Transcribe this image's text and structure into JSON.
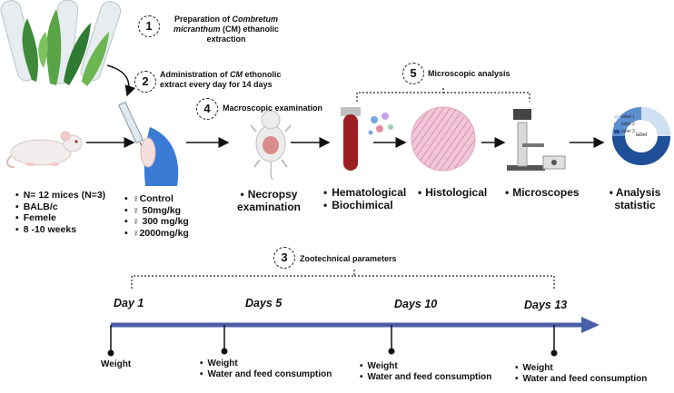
{
  "steps": {
    "s1": {
      "num": "1",
      "pre": "Preparation of ",
      "em": "Combretum micranthum",
      "post": " (CM) ethanolic extraction"
    },
    "s2": {
      "num": "2",
      "pre": "Administration of ",
      "em": "CM",
      "post": " ethonolic extract every day for 14 days"
    },
    "s3": {
      "num": "3",
      "text": "Zootechnical parameters"
    },
    "s4": {
      "num": "4",
      "text": "Macroscopic examination"
    },
    "s5": {
      "num": "5",
      "text": "Microscopic analysis"
    }
  },
  "mice_info": [
    "N= 12 mices (N=3)",
    "BALB/c",
    "Femele",
    "8 -10 weeks"
  ],
  "doses": [
    "♀Control",
    "♀ 50mg/kg",
    "♀ 300 mg/kg",
    "♀2000mg/kg"
  ],
  "necropsy": "Necropsy examination",
  "blood": [
    "Hematological",
    "Biochimical"
  ],
  "histological": "Histological",
  "microscopes": "Microscopes",
  "analysis": "Analysis statistic",
  "donut": {
    "center": "label",
    "legend": [
      "label 1",
      "label 2",
      "label 3"
    ]
  },
  "days": [
    "Day 1",
    "Days 5",
    "Days 10",
    "Days 13"
  ],
  "timeline": {
    "m1": [
      "Weight"
    ],
    "m2": [
      "Weight",
      "Water and feed consumption"
    ],
    "m3": [
      "Weight",
      "Water and feed consumption"
    ],
    "m4": [
      "Weight",
      "Water and feed consumption"
    ]
  },
  "colors": {
    "timeline": "#4a5ea8",
    "donut1": "#cfe0f3",
    "donut2": "#5b8fd1",
    "donut3": "#1f4f96",
    "blood": "#9c1f24",
    "tissue": "#e8b0c4"
  }
}
